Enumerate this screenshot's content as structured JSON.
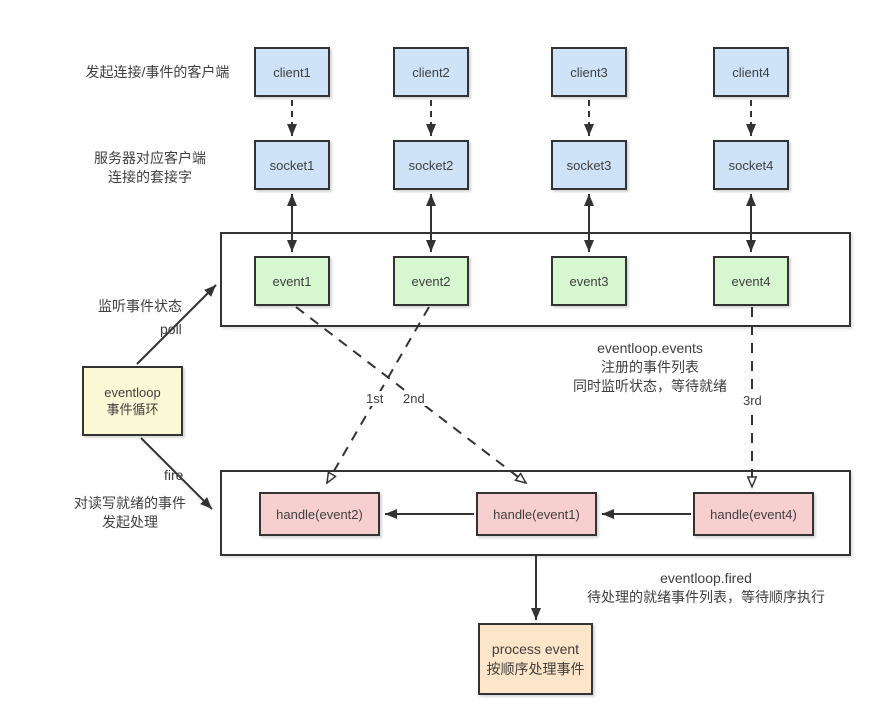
{
  "diagram": {
    "nodes": {
      "clients": [
        {
          "label": "client1"
        },
        {
          "label": "client2"
        },
        {
          "label": "client3"
        },
        {
          "label": "client4"
        }
      ],
      "sockets": [
        {
          "label": "socket1"
        },
        {
          "label": "socket2"
        },
        {
          "label": "socket3"
        },
        {
          "label": "socket4"
        }
      ],
      "events": [
        {
          "label": "event1"
        },
        {
          "label": "event2"
        },
        {
          "label": "event3"
        },
        {
          "label": "event4"
        }
      ],
      "handles": [
        {
          "label": "handle(event2)"
        },
        {
          "label": "handle(event1)"
        },
        {
          "label": "handle(event4)"
        }
      ],
      "eventloop": {
        "line1": "eventloop",
        "line2": "事件循环"
      },
      "process": {
        "line1": "process event",
        "line2": "按顺序处理事件"
      }
    },
    "annotations": {
      "clients_note": "发起连接/事件的客户端",
      "sockets_note_line1": "服务器对应客户端",
      "sockets_note_line2": "连接的套接字",
      "poll_note": "监听事件状态",
      "poll_label": "poll",
      "fire_label": "fire",
      "fire_note_line1": "对读写就绪的事件",
      "fire_note_line2": "发起处理",
      "events_note_line1": "eventloop.events",
      "events_note_line2": "注册的事件列表",
      "events_note_line3": "同时监听状态，等待就绪",
      "fired_note_line1": "eventloop.fired",
      "fired_note_line2": "待处理的就绪事件列表，等待顺序执行",
      "order_1": "1st",
      "order_2": "2nd",
      "order_3": "3rd"
    },
    "colors": {
      "client_fill": "#cee3f8",
      "event_fill": "#d6f7d0",
      "handle_fill": "#f8cfcf",
      "eventloop_fill": "#fbf8d6",
      "process_fill": "#fce5c8",
      "border": "#333333",
      "text": "#3f3f3f"
    }
  }
}
